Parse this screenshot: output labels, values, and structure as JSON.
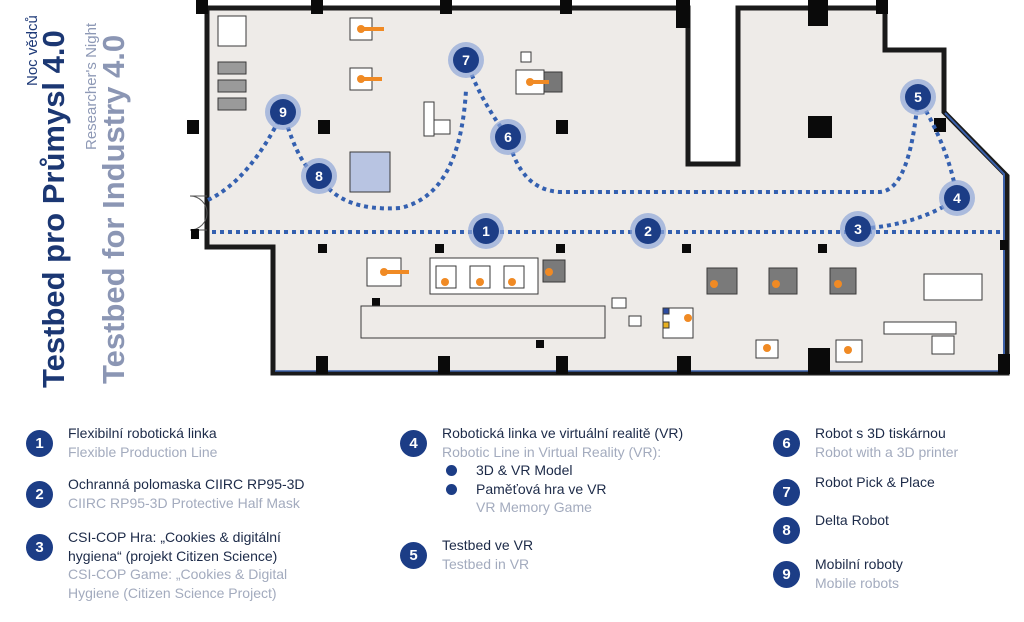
{
  "titles": {
    "noc_vedcu": "Noc vědců",
    "testbed_cz": "Testbed pro Průmysl 4.0",
    "researchers_night": "Researcher's Night",
    "testbed_en": "Testbed for Industry 4.0"
  },
  "map_markers": [
    "1",
    "2",
    "3",
    "4",
    "5",
    "6",
    "7",
    "8",
    "9"
  ],
  "legend": [
    {
      "num": "1",
      "cz": "Flexibilní robotická linka",
      "en": "Flexible Production Line"
    },
    {
      "num": "2",
      "cz": "Ochranná polomaska CIIRC RP95-3D",
      "en": "CIIRC RP95-3D Protective Half Mask"
    },
    {
      "num": "3",
      "cz_lines": [
        "CSI-COP Hra: „Cookies & digitální",
        "hygiena“ (projekt Citizen Science)"
      ],
      "en_lines": [
        "CSI-COP Game: „Cookies & Digital",
        "Hygiene (Citizen Science Project)"
      ]
    },
    {
      "num": "4",
      "cz": "Robotická linka ve virtuální realitě (VR)",
      "en": "Robotic Line in Virtual Reality (VR):",
      "sub": [
        "3D & VR Model",
        "Paměťová hra ve VR"
      ],
      "sub_en": "VR Memory Game"
    },
    {
      "num": "5",
      "cz": "Testbed ve VR",
      "en": "Testbed in VR"
    },
    {
      "num": "6",
      "cz": "Robot s 3D tiskárnou",
      "en": "Robot with a 3D printer"
    },
    {
      "num": "7",
      "cz": "Robot Pick & Place",
      "en": ""
    },
    {
      "num": "8",
      "cz": "Delta Robot",
      "en": ""
    },
    {
      "num": "9",
      "cz": "Mobilní roboty",
      "en": "Mobile robots"
    }
  ],
  "colors": {
    "route": "#3460b0",
    "marker": "#1c3d86",
    "floor": "#eeebe8",
    "accent": "#f08a24",
    "wall": "#0a0a0a"
  }
}
